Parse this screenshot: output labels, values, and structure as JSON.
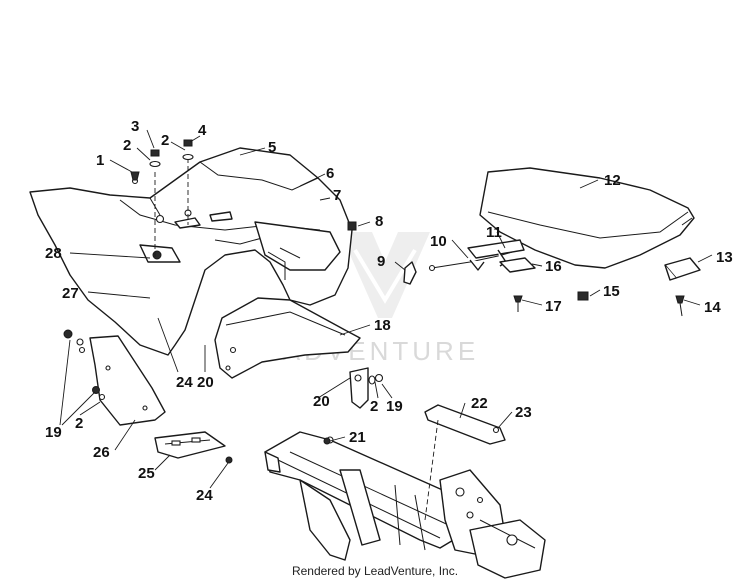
{
  "callouts": [
    {
      "id": "c1",
      "label": "1"
    },
    {
      "id": "c2a",
      "label": "2"
    },
    {
      "id": "c3",
      "label": "3"
    },
    {
      "id": "c2b",
      "label": "2"
    },
    {
      "id": "c4",
      "label": "4"
    },
    {
      "id": "c5",
      "label": "5"
    },
    {
      "id": "c6",
      "label": "6"
    },
    {
      "id": "c7",
      "label": "7"
    },
    {
      "id": "c8",
      "label": "8"
    },
    {
      "id": "c9",
      "label": "9"
    },
    {
      "id": "c10",
      "label": "10"
    },
    {
      "id": "c11",
      "label": "11"
    },
    {
      "id": "c12",
      "label": "12"
    },
    {
      "id": "c13",
      "label": "13"
    },
    {
      "id": "c14",
      "label": "14"
    },
    {
      "id": "c15",
      "label": "15"
    },
    {
      "id": "c16",
      "label": "16"
    },
    {
      "id": "c17",
      "label": "17"
    },
    {
      "id": "c18",
      "label": "18"
    },
    {
      "id": "c19a",
      "label": "19"
    },
    {
      "id": "c19b",
      "label": "19"
    },
    {
      "id": "c2c",
      "label": "2"
    },
    {
      "id": "c2d",
      "label": "2"
    },
    {
      "id": "c20a",
      "label": "20"
    },
    {
      "id": "c20b",
      "label": "20"
    },
    {
      "id": "c21",
      "label": "21"
    },
    {
      "id": "c22",
      "label": "22"
    },
    {
      "id": "c23",
      "label": "23"
    },
    {
      "id": "c24a",
      "label": "24"
    },
    {
      "id": "c24b",
      "label": "24"
    },
    {
      "id": "c25",
      "label": "25"
    },
    {
      "id": "c26",
      "label": "26"
    },
    {
      "id": "c27",
      "label": "27"
    },
    {
      "id": "c28",
      "label": "28"
    }
  ],
  "watermark": "LEADVENTURE",
  "credit": "Rendered by LeadVenture, Inc."
}
